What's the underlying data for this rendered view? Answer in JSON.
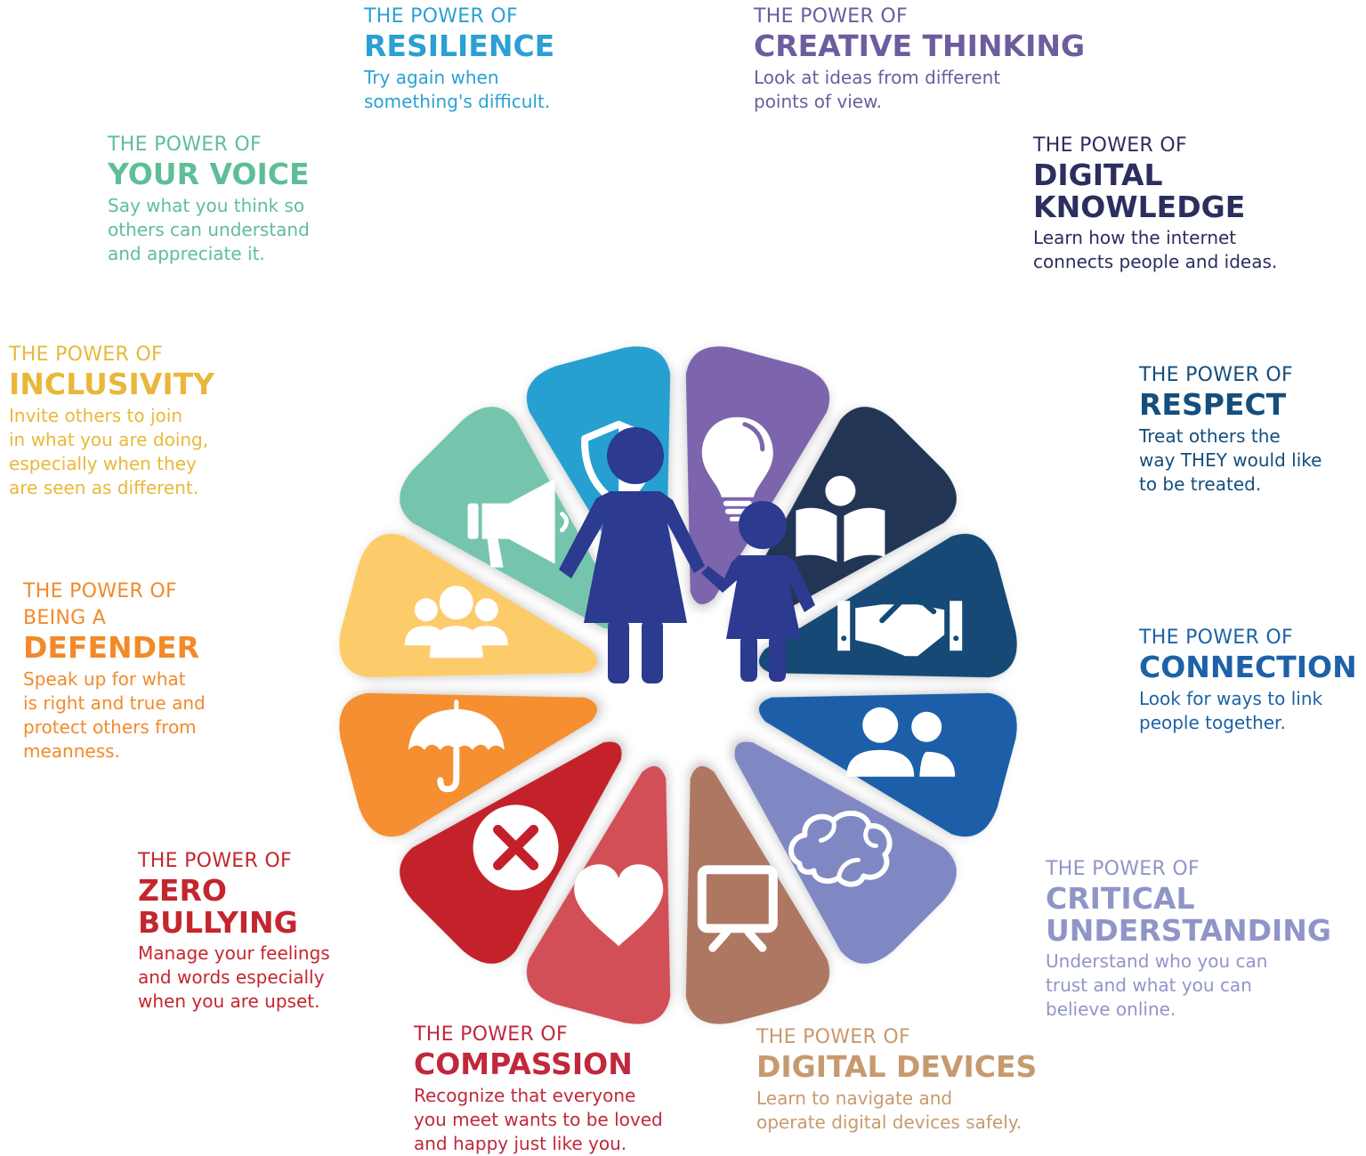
{
  "segments": [
    {
      "key": "resilience",
      "kicker": "THE POWER OF",
      "name": [
        "RESILIENCE"
      ],
      "desc": [
        "Try again when",
        "something's difficult."
      ],
      "color": "#25A0D0",
      "text_color": "#2AA0D4",
      "icon": "shield-icon"
    },
    {
      "key": "creative-thinking",
      "kicker": "THE POWER OF",
      "name": [
        "CREATIVE THINKING"
      ],
      "desc": [
        "Look at ideas from different",
        "points of view."
      ],
      "color": "#7B65AC",
      "text_color": "#6D5C9E",
      "icon": "lightbulb-icon"
    },
    {
      "key": "digital-knowledge",
      "kicker": "THE POWER OF",
      "name": [
        "DIGITAL",
        "KNOWLEDGE"
      ],
      "desc": [
        "Learn how the internet",
        "connects people and ideas."
      ],
      "color": "#233455",
      "text_color": "#2B2E5E",
      "icon": "reader-book-icon"
    },
    {
      "key": "respect",
      "kicker": "THE POWER OF",
      "name": [
        "RESPECT"
      ],
      "desc": [
        "Treat others the",
        "way THEY would like",
        "to be treated."
      ],
      "color": "#124A76",
      "text_color": "#144E7C",
      "icon": "handshake-icon"
    },
    {
      "key": "connection",
      "kicker": "THE POWER OF",
      "name": [
        "CONNECTION"
      ],
      "desc": [
        "Look for ways to link",
        "people together."
      ],
      "color": "#1C5EA8",
      "text_color": "#1D62A8",
      "icon": "people-icon"
    },
    {
      "key": "critical-understanding",
      "kicker": "THE POWER OF",
      "name": [
        "CRITICAL",
        "UNDERSTANDING"
      ],
      "desc": [
        "Understand who you can",
        "trust and what you can",
        "believe online."
      ],
      "color": "#8088C4",
      "text_color": "#9095C8",
      "icon": "brain-icon"
    },
    {
      "key": "digital-devices",
      "kicker": "THE POWER OF",
      "name": [
        "DIGITAL DEVICES"
      ],
      "desc": [
        "Learn to navigate and",
        "operate digital devices safely."
      ],
      "color": "#AD7762",
      "text_color": "#C79A6E",
      "icon": "screen-icon"
    },
    {
      "key": "compassion",
      "kicker": "THE POWER OF",
      "name": [
        "COMPASSION"
      ],
      "desc": [
        "Recognize that everyone",
        "you meet wants to be loved",
        "and happy just like you."
      ],
      "color": "#D34F58",
      "text_color": "#C0283C",
      "icon": "heart-icon"
    },
    {
      "key": "zero-bullying",
      "kicker": "THE POWER OF",
      "name": [
        "ZERO",
        "BULLYING"
      ],
      "desc": [
        "Manage your feelings",
        "and words especially",
        "when you are upset."
      ],
      "color": "#C4202B",
      "text_color": "#C4262E",
      "icon": "x-mark-icon"
    },
    {
      "key": "being-a-defender",
      "kicker": "THE POWER OF",
      "kicker2": "BEING A",
      "name": [
        "DEFENDER"
      ],
      "desc": [
        "Speak up for what",
        "is right and true and",
        "protect others from",
        "meanness."
      ],
      "color": "#F58F30",
      "text_color": "#F28A2A",
      "icon": "umbrella-icon"
    },
    {
      "key": "inclusivity",
      "kicker": "THE POWER OF",
      "name": [
        "INCLUSIVITY"
      ],
      "desc": [
        "Invite others to join",
        "in what you are doing,",
        "especially when they",
        "are seen as different."
      ],
      "color": "#FDCC6B",
      "text_color": "#E9B83A",
      "icon": "group-icon"
    },
    {
      "key": "your-voice",
      "kicker": "THE POWER OF",
      "name": [
        "YOUR VOICE"
      ],
      "desc": [
        "Say what you think so",
        "others can understand",
        "and appreciate it."
      ],
      "color": "#75C4AE",
      "text_color": "#5FBE97",
      "icon": "megaphone-icon"
    }
  ],
  "center": {
    "icon": "adult-and-child-icon",
    "color": "#2C3A8F"
  }
}
